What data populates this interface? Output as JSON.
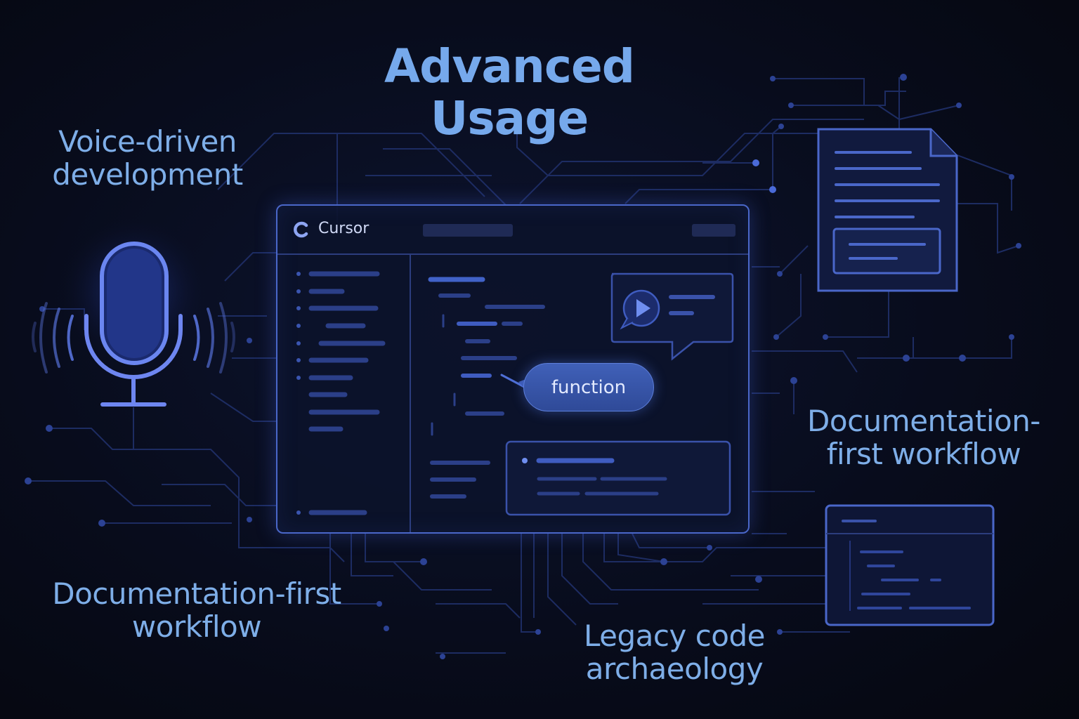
{
  "title": "Advanced Usage",
  "labels": {
    "voice": [
      "Voice-driven",
      "development"
    ],
    "doc_left": [
      "Documentation-first",
      "workflow"
    ],
    "legacy": [
      "Legacy code",
      "archaeology"
    ],
    "doc_right": [
      "Documentation-",
      "first workflow"
    ]
  },
  "editor": {
    "app_name": "Cursor",
    "tooltip": "function"
  },
  "colors": {
    "accent": "#4a67c9",
    "label": "#7eaee8",
    "circuit": "#1e2f6b",
    "background": "#080c1c"
  },
  "icons": [
    "microphone-icon",
    "document-icon",
    "play-icon",
    "cursor-logo-icon"
  ]
}
